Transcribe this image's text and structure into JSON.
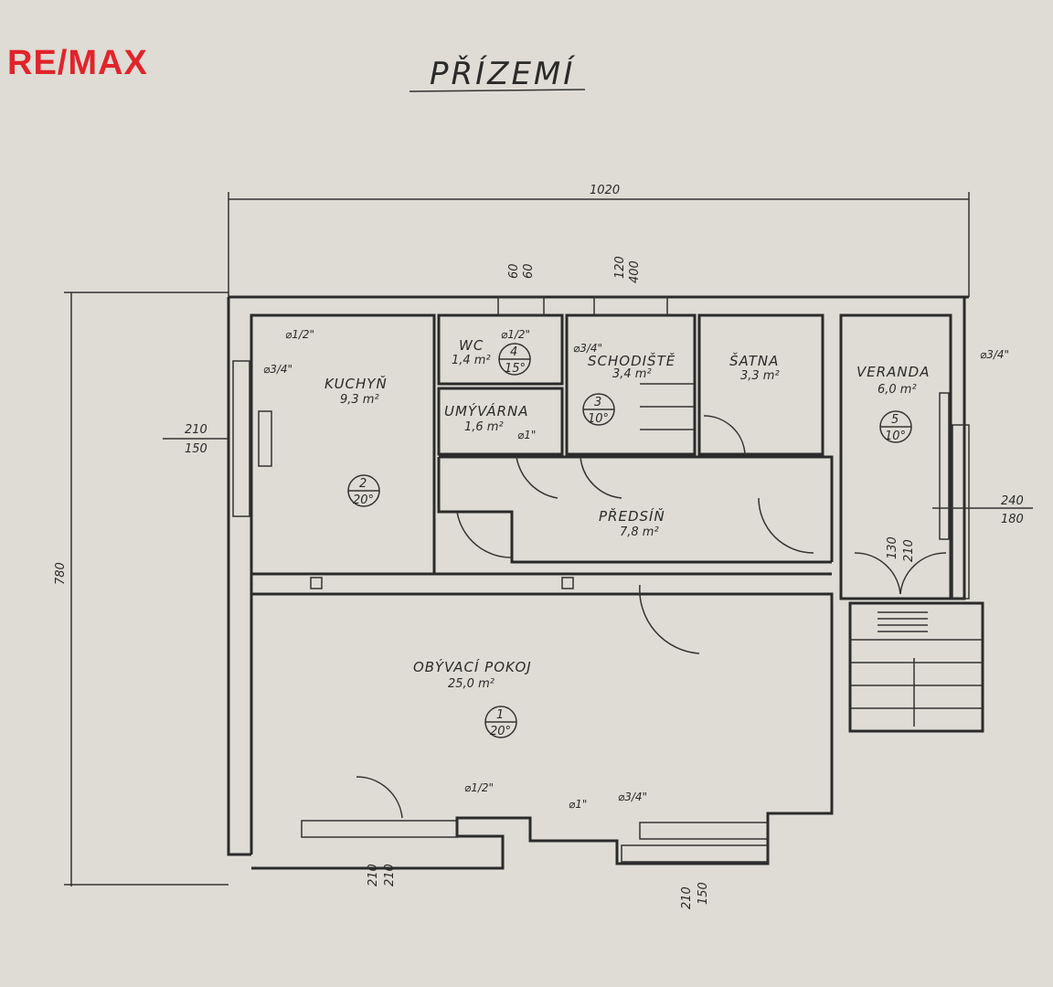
{
  "logo": "RE/MAX",
  "title": "PŘÍZEMÍ",
  "dimensions": {
    "width": "1020",
    "depth": "780",
    "kitchen_window": [
      "210",
      "150"
    ],
    "veranda_window": [
      "240",
      "180"
    ],
    "wc_window": [
      "60",
      "60"
    ],
    "stair_window": [
      "120",
      "400"
    ],
    "veranda_door": [
      "130",
      "210"
    ],
    "living_door": [
      "210",
      "210"
    ],
    "living_window": [
      "210",
      "150"
    ]
  },
  "rooms": [
    {
      "name": "OBÝVACÍ POKOJ",
      "area": "25,0 m²",
      "number": "1",
      "temp": "20°"
    },
    {
      "name": "KUCHYŇ",
      "area": "9,3 m²",
      "number": "2",
      "temp": "20°"
    },
    {
      "name": "SCHODIŠTĚ",
      "area": "3,4 m²",
      "number": "3",
      "temp": "10°"
    },
    {
      "name": "WC",
      "area": "1,4 m²",
      "number": "4",
      "temp": "15°"
    },
    {
      "name": "VERANDA",
      "area": "6,0 m²",
      "number": "5",
      "temp": "10°"
    },
    {
      "name": "UMÝVÁRNA",
      "area": "1,6 m²"
    },
    {
      "name": "ŠATNA",
      "area": "3,3 m²"
    },
    {
      "name": "PŘEDSÍŇ",
      "area": "7,8 m²"
    }
  ],
  "pipes": {
    "kitchen_top": "⌀1/2\"",
    "kitchen_rad": "⌀3/4\"",
    "wc": "⌀1/2\"",
    "stair": "⌀3/4\"",
    "umyvarna": "⌀1\"",
    "veranda": "⌀3/4\"",
    "living_a": "⌀1/2\"",
    "living_b": "⌀1\"",
    "living_c": "⌀3/4\""
  }
}
